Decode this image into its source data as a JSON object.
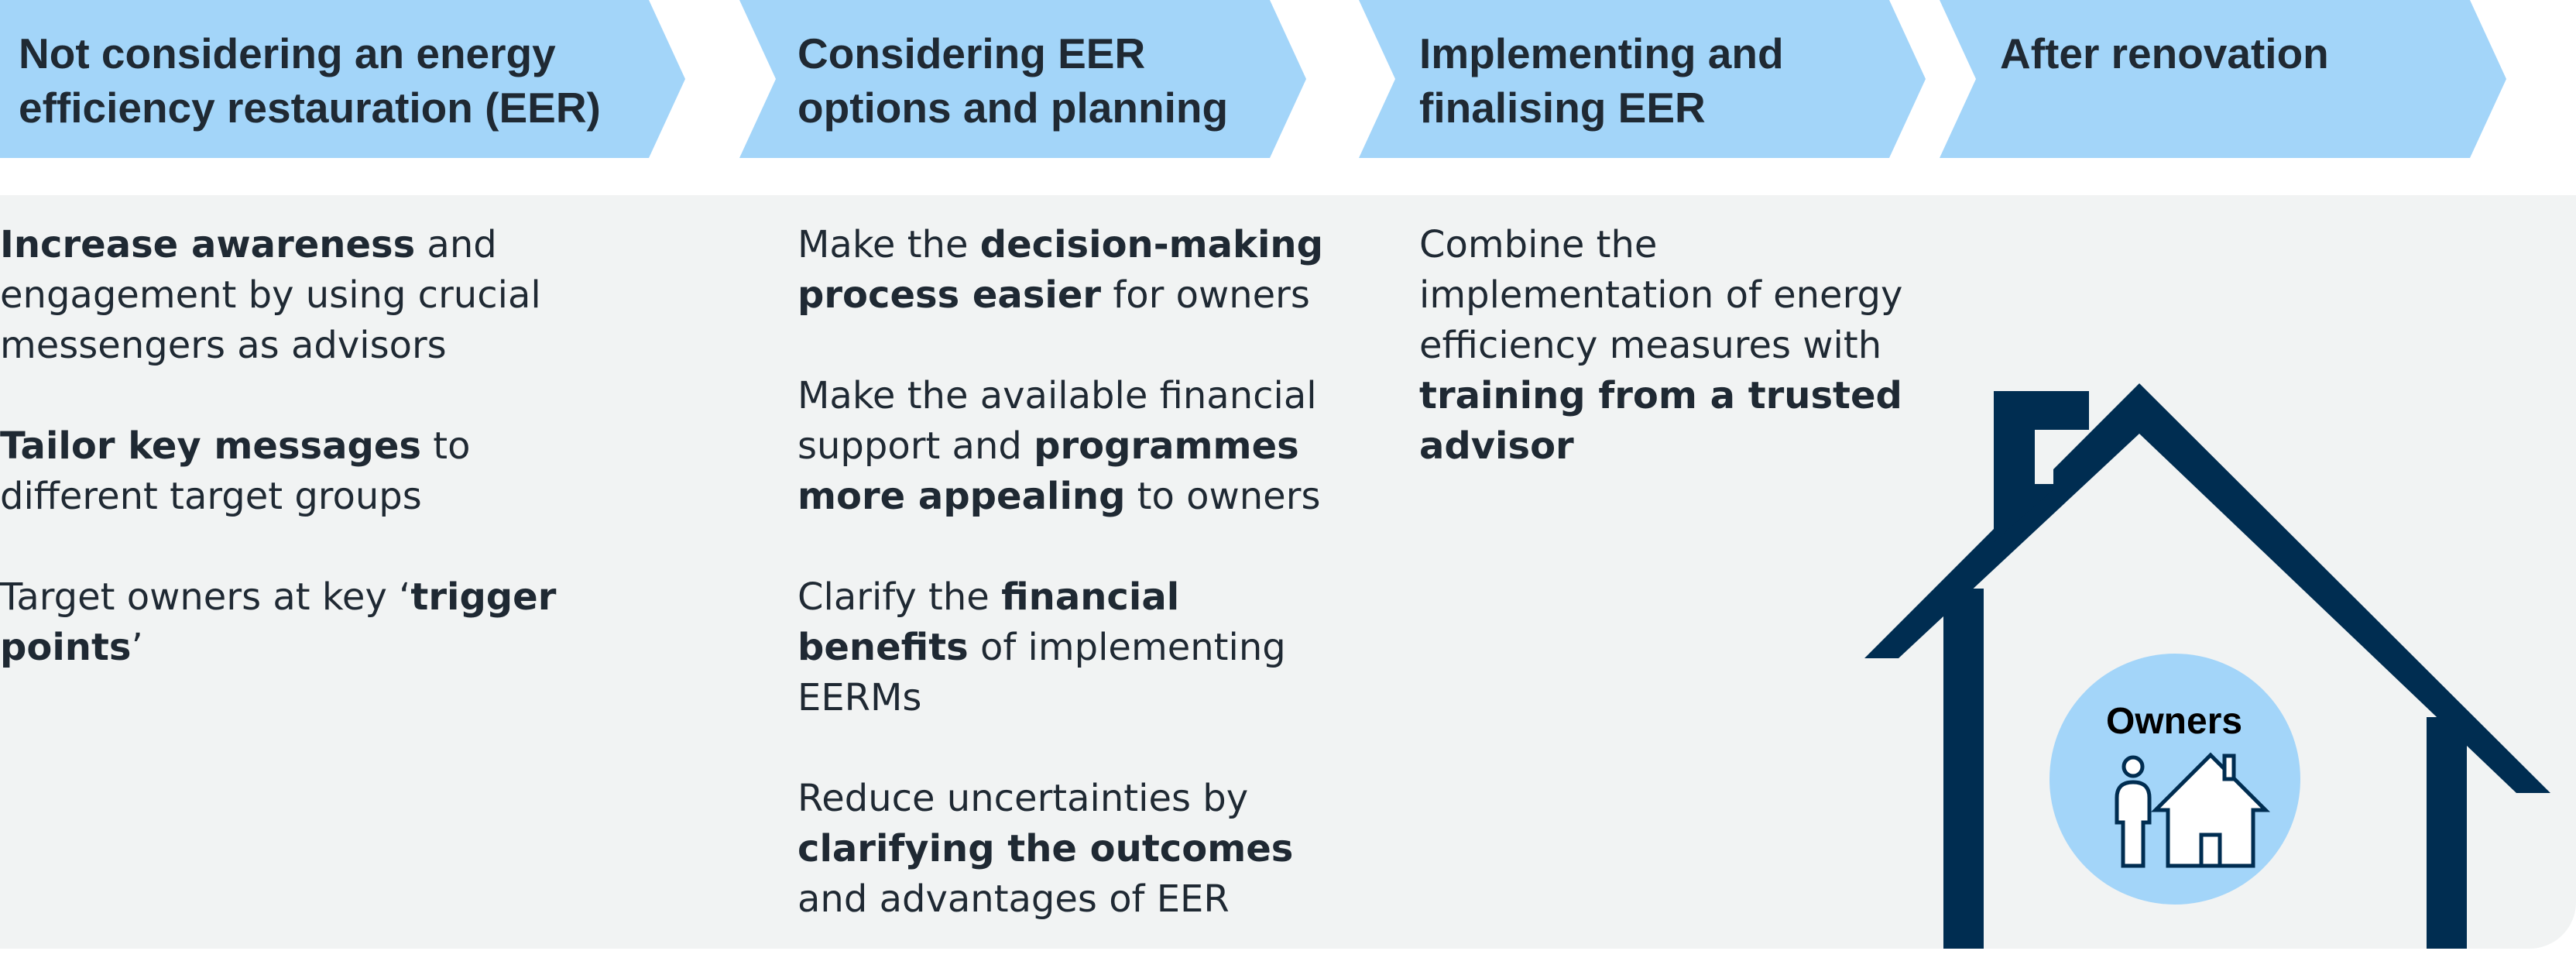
{
  "stages": [
    {
      "title_line1": "Not considering an energy",
      "title_line2": "efficiency restauration (EER)"
    },
    {
      "title_line1": "Considering EER",
      "title_line2": "options and planning"
    },
    {
      "title_line1": "Implementing and",
      "title_line2": "finalising EER"
    },
    {
      "title_line1": "After renovation",
      "title_line2": ""
    }
  ],
  "columns": [
    {
      "paragraphs": [
        {
          "b1": "Increase awareness",
          "t1": " and engagement by using crucial messengers as advisors",
          "b2": "",
          "t2": ""
        },
        {
          "b1": "Tailor key messages",
          "t1": " to different target groups",
          "b2": "",
          "t2": ""
        },
        {
          "t0": "Target owners at key ‘",
          "b1": "trigger points",
          "t1": "’",
          "b2": "",
          "t2": ""
        }
      ]
    },
    {
      "paragraphs": [
        {
          "t0": "Make the ",
          "b1": "decision-making process easier",
          "t1": " for owners"
        },
        {
          "t0": "Make the available financial support and ",
          "b1": "programmes more appealing",
          "t1": " to owners"
        },
        {
          "t0": "Clarify the ",
          "b1": "financial benefits",
          "t1": " of implementing EERMs"
        },
        {
          "t0": "Reduce uncertainties by ",
          "b1": "clarifying the outcomes",
          "t1": " and advantages of EER"
        }
      ]
    },
    {
      "paragraphs": [
        {
          "t0": "Combine the implementation of energy efficiency measures with ",
          "b1": "training from a trusted advisor",
          "t1": ""
        }
      ]
    }
  ],
  "owners_label": "Owners",
  "colors": {
    "arrow_fill": "#a3d5f9",
    "panel_bg": "#f1f3f3",
    "house_stroke": "#002d51",
    "owners_circle": "#a3d5f9",
    "text": "#1f2933"
  },
  "icons": [
    "house-outline-icon",
    "person-icon",
    "small-house-icon"
  ]
}
